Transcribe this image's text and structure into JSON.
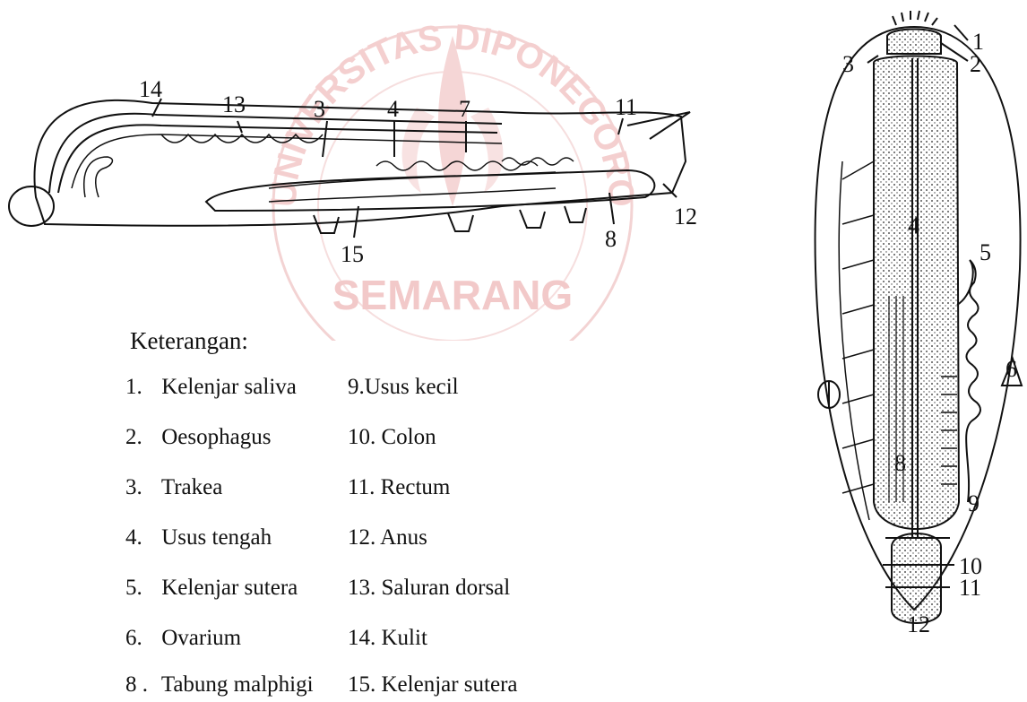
{
  "watermark": {
    "text": "SEMARANG",
    "arc_text": "UNIVERSITAS DIPONEGORO",
    "color": "#f2c7c7"
  },
  "side_view": {
    "labels": [
      "14",
      "13",
      "3",
      "4",
      "7",
      "11",
      "12",
      "8",
      "15"
    ]
  },
  "dorsal_view": {
    "labels": [
      "1",
      "2",
      "3",
      "4",
      "5",
      "6",
      "8",
      "9",
      "10",
      "11",
      "12"
    ]
  },
  "legend": {
    "title": "Keterangan:",
    "left": [
      {
        "num": "1.",
        "text": "Kelenjar saliva"
      },
      {
        "num": "2.",
        "text": "Oesophagus"
      },
      {
        "num": "3.",
        "text": "Trakea"
      },
      {
        "num": "4.",
        "text": "Usus tengah"
      },
      {
        "num": "5.",
        "text": "Kelenjar sutera"
      },
      {
        "num": "6.",
        "text": "Ovarium"
      },
      {
        "num": "8 .",
        "text": "Tabung malphigi"
      }
    ],
    "right": [
      {
        "text": "9.Usus kecil"
      },
      {
        "text": "10. Colon"
      },
      {
        "text": "11. Rectum"
      },
      {
        "text": "12. Anus"
      },
      {
        "text": "13. Saluran dorsal"
      },
      {
        "text": "14. Kulit"
      },
      {
        "text": "15. Kelenjar sutera"
      }
    ]
  }
}
